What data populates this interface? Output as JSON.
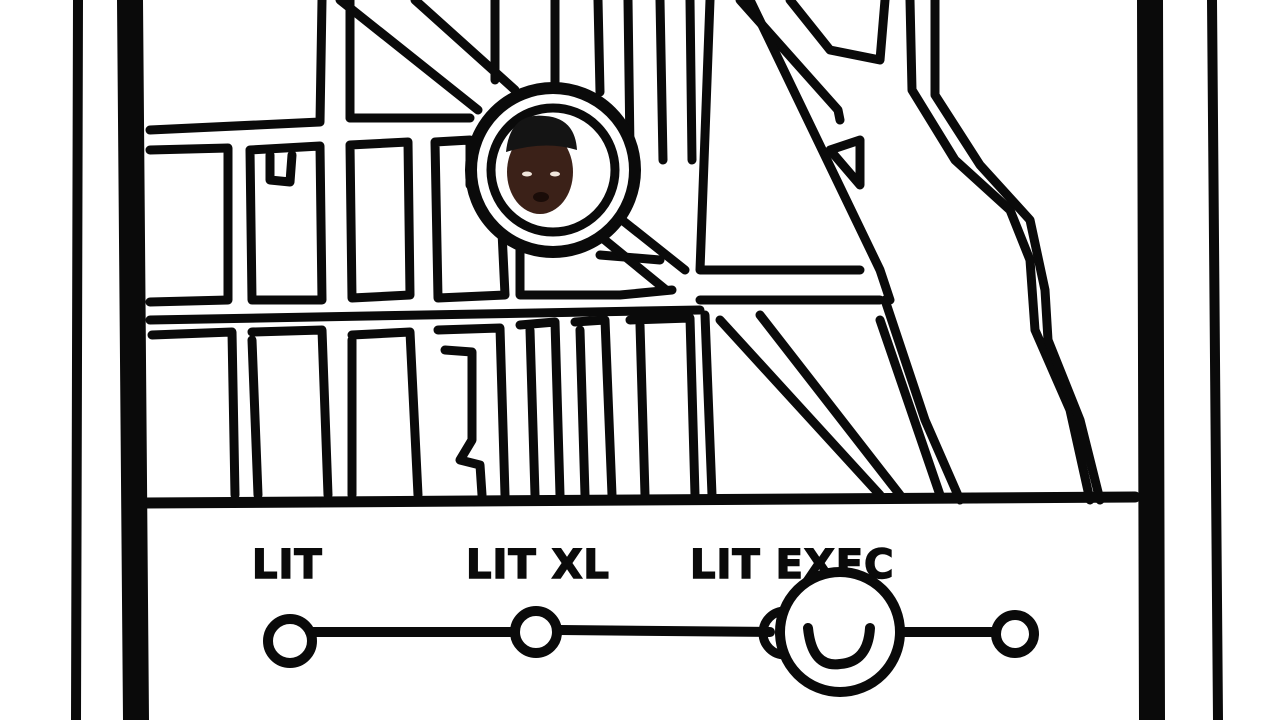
{
  "ride_options": [
    {
      "label": "LIT"
    },
    {
      "label": "LIT XL"
    },
    {
      "label": "LIT EXEC"
    },
    {
      "label": ""
    }
  ],
  "selected_index": 2,
  "colors": {
    "ink": "#0a0a0a",
    "paper": "#ffffff",
    "face": "#3b2118",
    "cap": "#141414"
  },
  "icons": {
    "location_pin": "location-pin-icon",
    "avatar": "avatar-icon",
    "slider_knob": "smile-face-icon"
  }
}
